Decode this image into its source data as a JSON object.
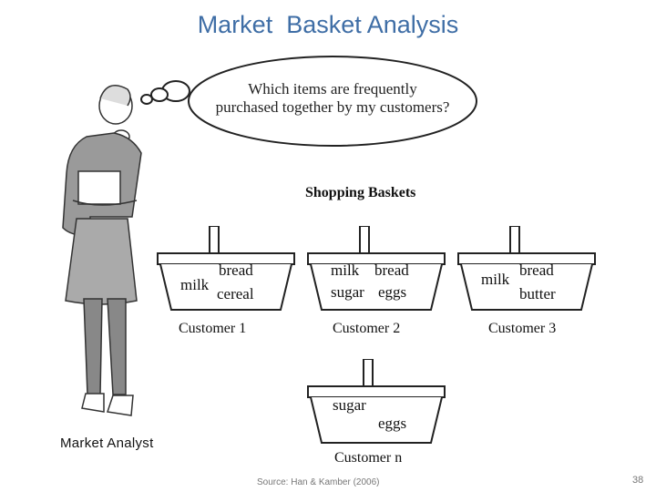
{
  "slide": {
    "title": "Market  Basket Analysis",
    "source": "Source: Han & Kamber (2006)",
    "page_number": "38"
  },
  "thought_bubble": {
    "line1": "Which items are frequently",
    "line2": "purchased together by my customers?"
  },
  "shopping_baskets": {
    "heading": "Shopping Baskets",
    "baskets": [
      {
        "items": [
          "bread",
          "milk",
          "cereal"
        ],
        "customer": "Customer 1"
      },
      {
        "items": [
          "milk",
          "bread",
          "sugar",
          "eggs"
        ],
        "customer": "Customer 2"
      },
      {
        "items": [
          "milk",
          "bread",
          "butter"
        ],
        "customer": "Customer 3"
      },
      {
        "items": [
          "sugar",
          "eggs"
        ],
        "customer": "Customer n"
      }
    ]
  },
  "analyst": {
    "label": "Market Analyst"
  }
}
